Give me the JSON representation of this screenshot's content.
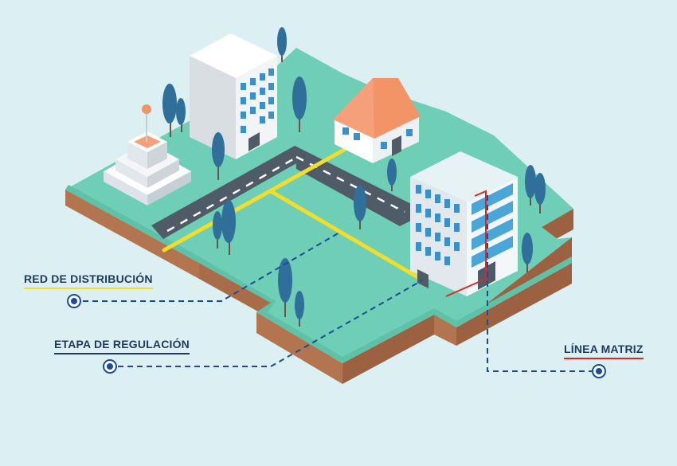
{
  "labels": {
    "distribution": "RED DE DISTRIBUCIÓN",
    "regulation": "ETAPA DE REGULACIÓN",
    "main_line": "LÍNEA MATRIZ"
  },
  "colors": {
    "background": "#dcf0f4",
    "grass": "#6ecfb6",
    "soil": "#b77a55",
    "road": "#4f5b66",
    "pipe_yellow": "#f3dd2b",
    "pipe_red": "#d72b2b",
    "callout_line": "#1a4c9a",
    "roof": "#f39466"
  }
}
